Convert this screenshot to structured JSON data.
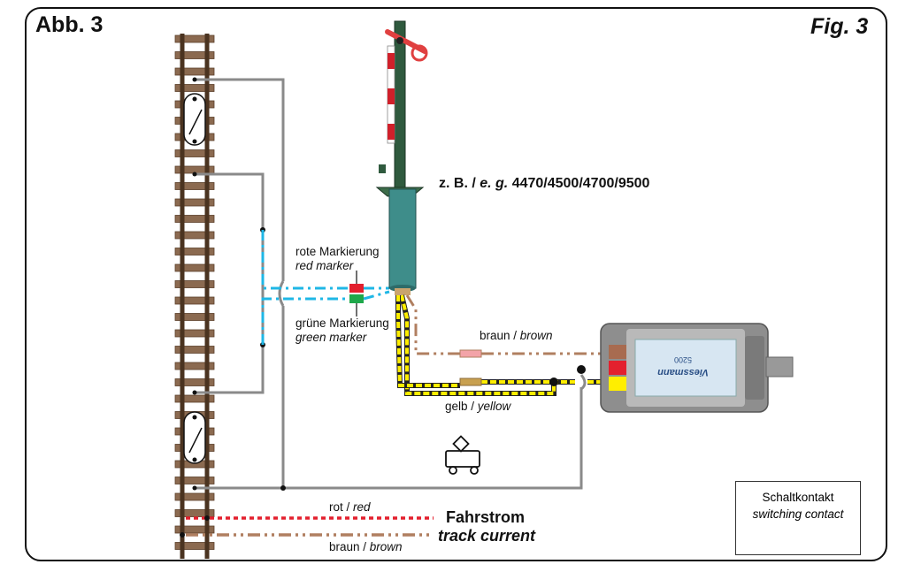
{
  "heading": {
    "left": "Abb. 3",
    "right": "Fig. 3"
  },
  "signal_model": {
    "prefix": "z. B. / ",
    "eg": "e. g.",
    "numbers": " 4470/4500/4700/9500"
  },
  "markers": {
    "red_de": "rote Markierung",
    "red_en": "red marker",
    "green_de": "grüne Markierung",
    "green_en": "green marker"
  },
  "wires": {
    "brown_de": "braun / ",
    "brown_en": "brown",
    "yellow_de": "gelb / ",
    "yellow_en": "yellow",
    "red_de": "rot / ",
    "red_en": "red",
    "brown2_de": "braun / ",
    "brown2_en": "brown"
  },
  "track_current": {
    "de": "Fahrstrom",
    "en": "track current"
  },
  "legend": {
    "de": "Schaltkontakt",
    "en": "switching contact"
  },
  "relay": {
    "brand": "Viessmann",
    "model": "5200"
  },
  "colors": {
    "track_blue": "#1fb7e6",
    "brown": "#b07f60",
    "yellow": "#ffee00",
    "red": "#e3202e",
    "green": "#1fa84a",
    "signal_green": "#2f5a3e",
    "grey_wire": "#8a8a8a"
  }
}
